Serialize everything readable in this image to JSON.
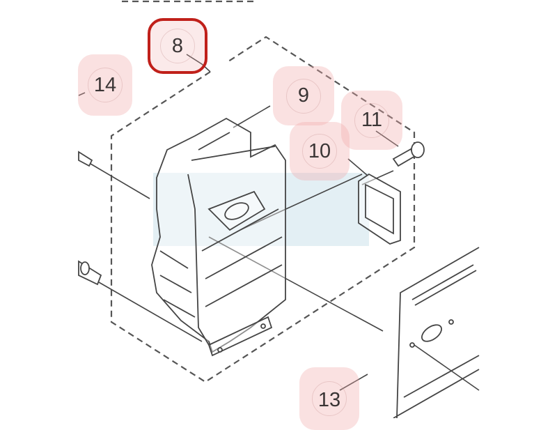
{
  "diagram": {
    "type": "exploded parts diagram",
    "selected_callout": "8",
    "callouts": [
      {
        "id": "8",
        "label": "8",
        "highlighted": true
      },
      {
        "id": "14",
        "label": "14"
      },
      {
        "id": "9",
        "label": "9"
      },
      {
        "id": "11",
        "label": "11"
      },
      {
        "id": "10",
        "label": "10"
      },
      {
        "id": "13",
        "label": "13"
      }
    ],
    "colors": {
      "highlight": "#c0201a",
      "callout_bg": "#f6d6d6",
      "overlay": "#dcebf1",
      "line": "#555555"
    }
  }
}
